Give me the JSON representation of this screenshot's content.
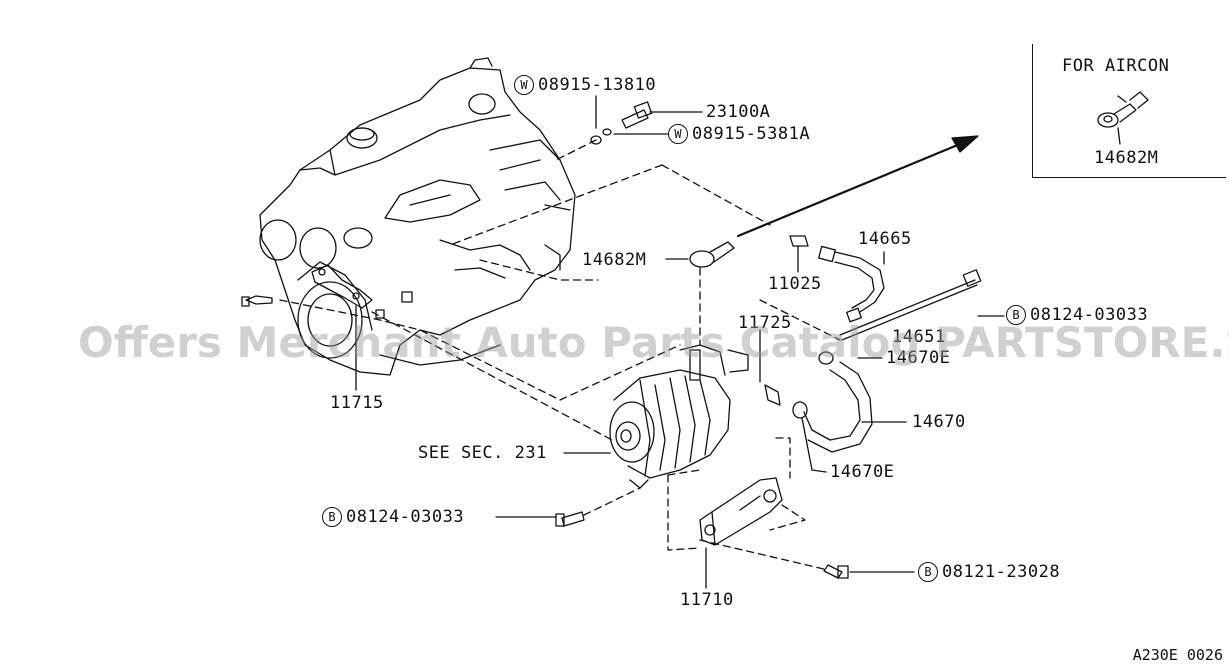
{
  "inset": {
    "title": "FOR AIRCON",
    "part": "14682M"
  },
  "labels": {
    "w_08915_13810": {
      "prefix": "W",
      "text": "08915-13810"
    },
    "p_23100A": {
      "text": "23100A"
    },
    "w_08915_5381A": {
      "prefix": "W",
      "text": "08915-5381A"
    },
    "p_14665": {
      "text": "14665"
    },
    "p_14682M": {
      "text": "14682M"
    },
    "p_11025": {
      "text": "11025"
    },
    "b_08124_03033_right": {
      "prefix": "B",
      "text": "08124-03033"
    },
    "p_11725": {
      "text": "11725"
    },
    "p_14651": {
      "text": "14651"
    },
    "p_14670E_top": {
      "text": "14670E"
    },
    "p_14670": {
      "text": "14670"
    },
    "p_14670E_bottom": {
      "text": "14670E"
    },
    "p_11715": {
      "text": "11715"
    },
    "see_sec": {
      "text": "SEE SEC. 231"
    },
    "b_08124_03033_left": {
      "prefix": "B",
      "text": "08124-03033"
    },
    "p_11710": {
      "text": "11710"
    },
    "b_08121_23028": {
      "prefix": "B",
      "text": "08121-23028"
    }
  },
  "watermark": "Offers Merchant Auto Parts Catalog PARTSTORE.SA",
  "diagram_code": "A230E 0026"
}
